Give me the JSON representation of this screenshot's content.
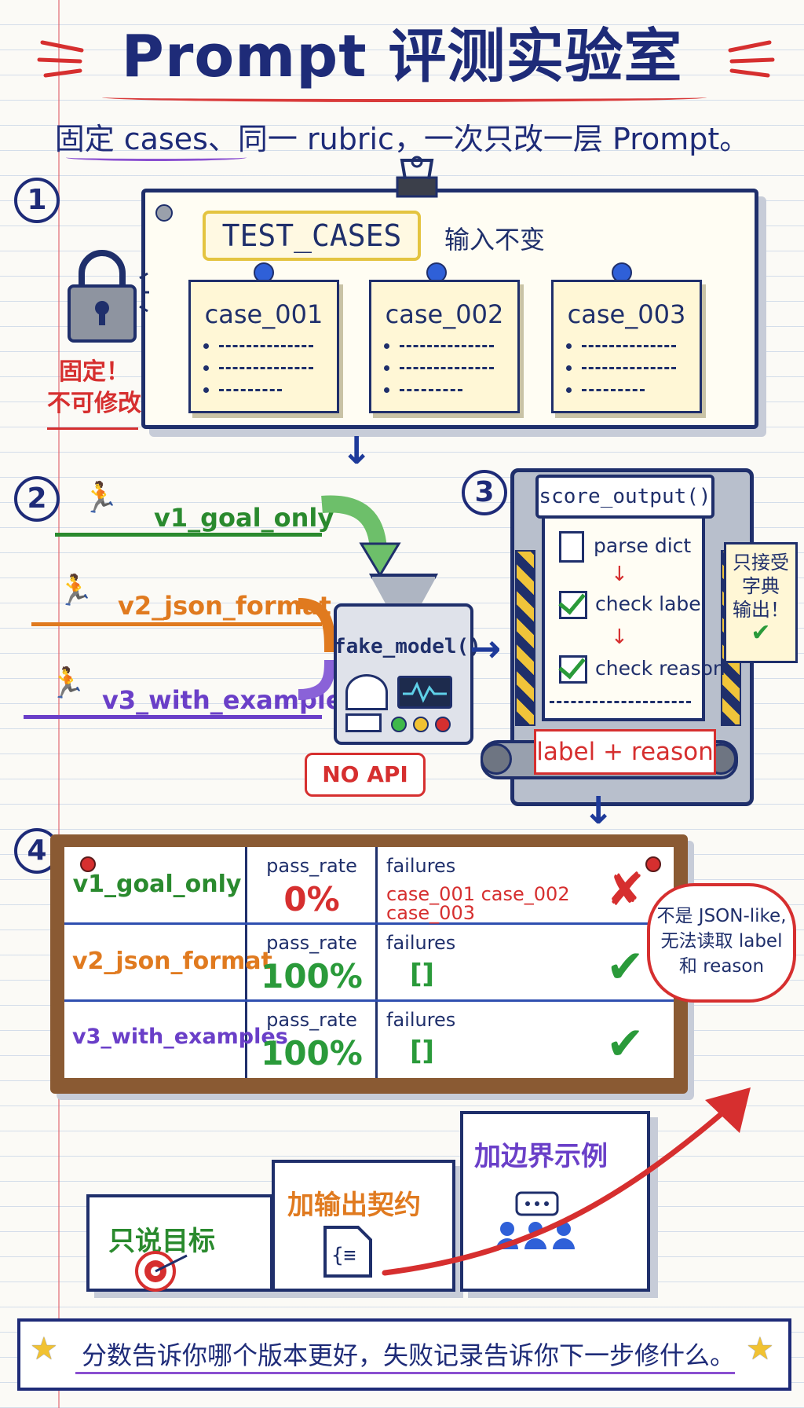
{
  "title": "Prompt 评测实验室",
  "subtitle": "固定 cases、同一 rubric，一次只改一层 Prompt。",
  "steps": [
    "1",
    "2",
    "3",
    "4"
  ],
  "test_cases": {
    "label": "TEST_CASES",
    "note": "输入不变",
    "cards": [
      "case_001",
      "case_002",
      "case_003"
    ],
    "lock_icon": "lock-icon",
    "fixed_note_line1": "固定！",
    "fixed_note_line2": "不可修改"
  },
  "versions": [
    {
      "name": "v1_goal_only",
      "color": "#2a8a2e"
    },
    {
      "name": "v2_json_format",
      "color": "#e07a1f"
    },
    {
      "name": "v3_with_examples",
      "color": "#6a3fc8"
    }
  ],
  "model": {
    "label": "fake_model()",
    "badge": "NO API"
  },
  "scorer": {
    "title": "score_output()",
    "steps": [
      "parse dict",
      "check label",
      "check reason"
    ],
    "output": "label + reason",
    "side_note_line1": "只接受",
    "side_note_line2": "字典",
    "side_note_line3": "输出！"
  },
  "results": {
    "pass_rate_label": "pass_rate",
    "failures_label": "failures",
    "rows": [
      {
        "version": "v1_goal_only",
        "pass_rate": "0%",
        "failures_line1": "case_001  case_002",
        "failures_line2": "case_003",
        "status": "fail"
      },
      {
        "version": "v2_json_format",
        "pass_rate": "100%",
        "failures": "[]",
        "status": "pass"
      },
      {
        "version": "v3_with_examples",
        "pass_rate": "100%",
        "failures": "[]",
        "status": "pass"
      }
    ],
    "bubble_line1": "不是 JSON-like,",
    "bubble_line2": "无法读取 label",
    "bubble_line3": "和 reason"
  },
  "stairs": [
    {
      "label": "只说目标",
      "icon": "target-icon"
    },
    {
      "label": "加输出契约",
      "icon": "document-icon"
    },
    {
      "label": "加边界示例",
      "icon": "team-icon"
    }
  ],
  "footer": "分数告诉你哪个版本更好，失败记录告诉你下一步修什么。",
  "colors": {
    "navy": "#1e2b78",
    "red": "#d62f2f",
    "green": "#2a9a3a",
    "yellow": "#f1c232"
  }
}
